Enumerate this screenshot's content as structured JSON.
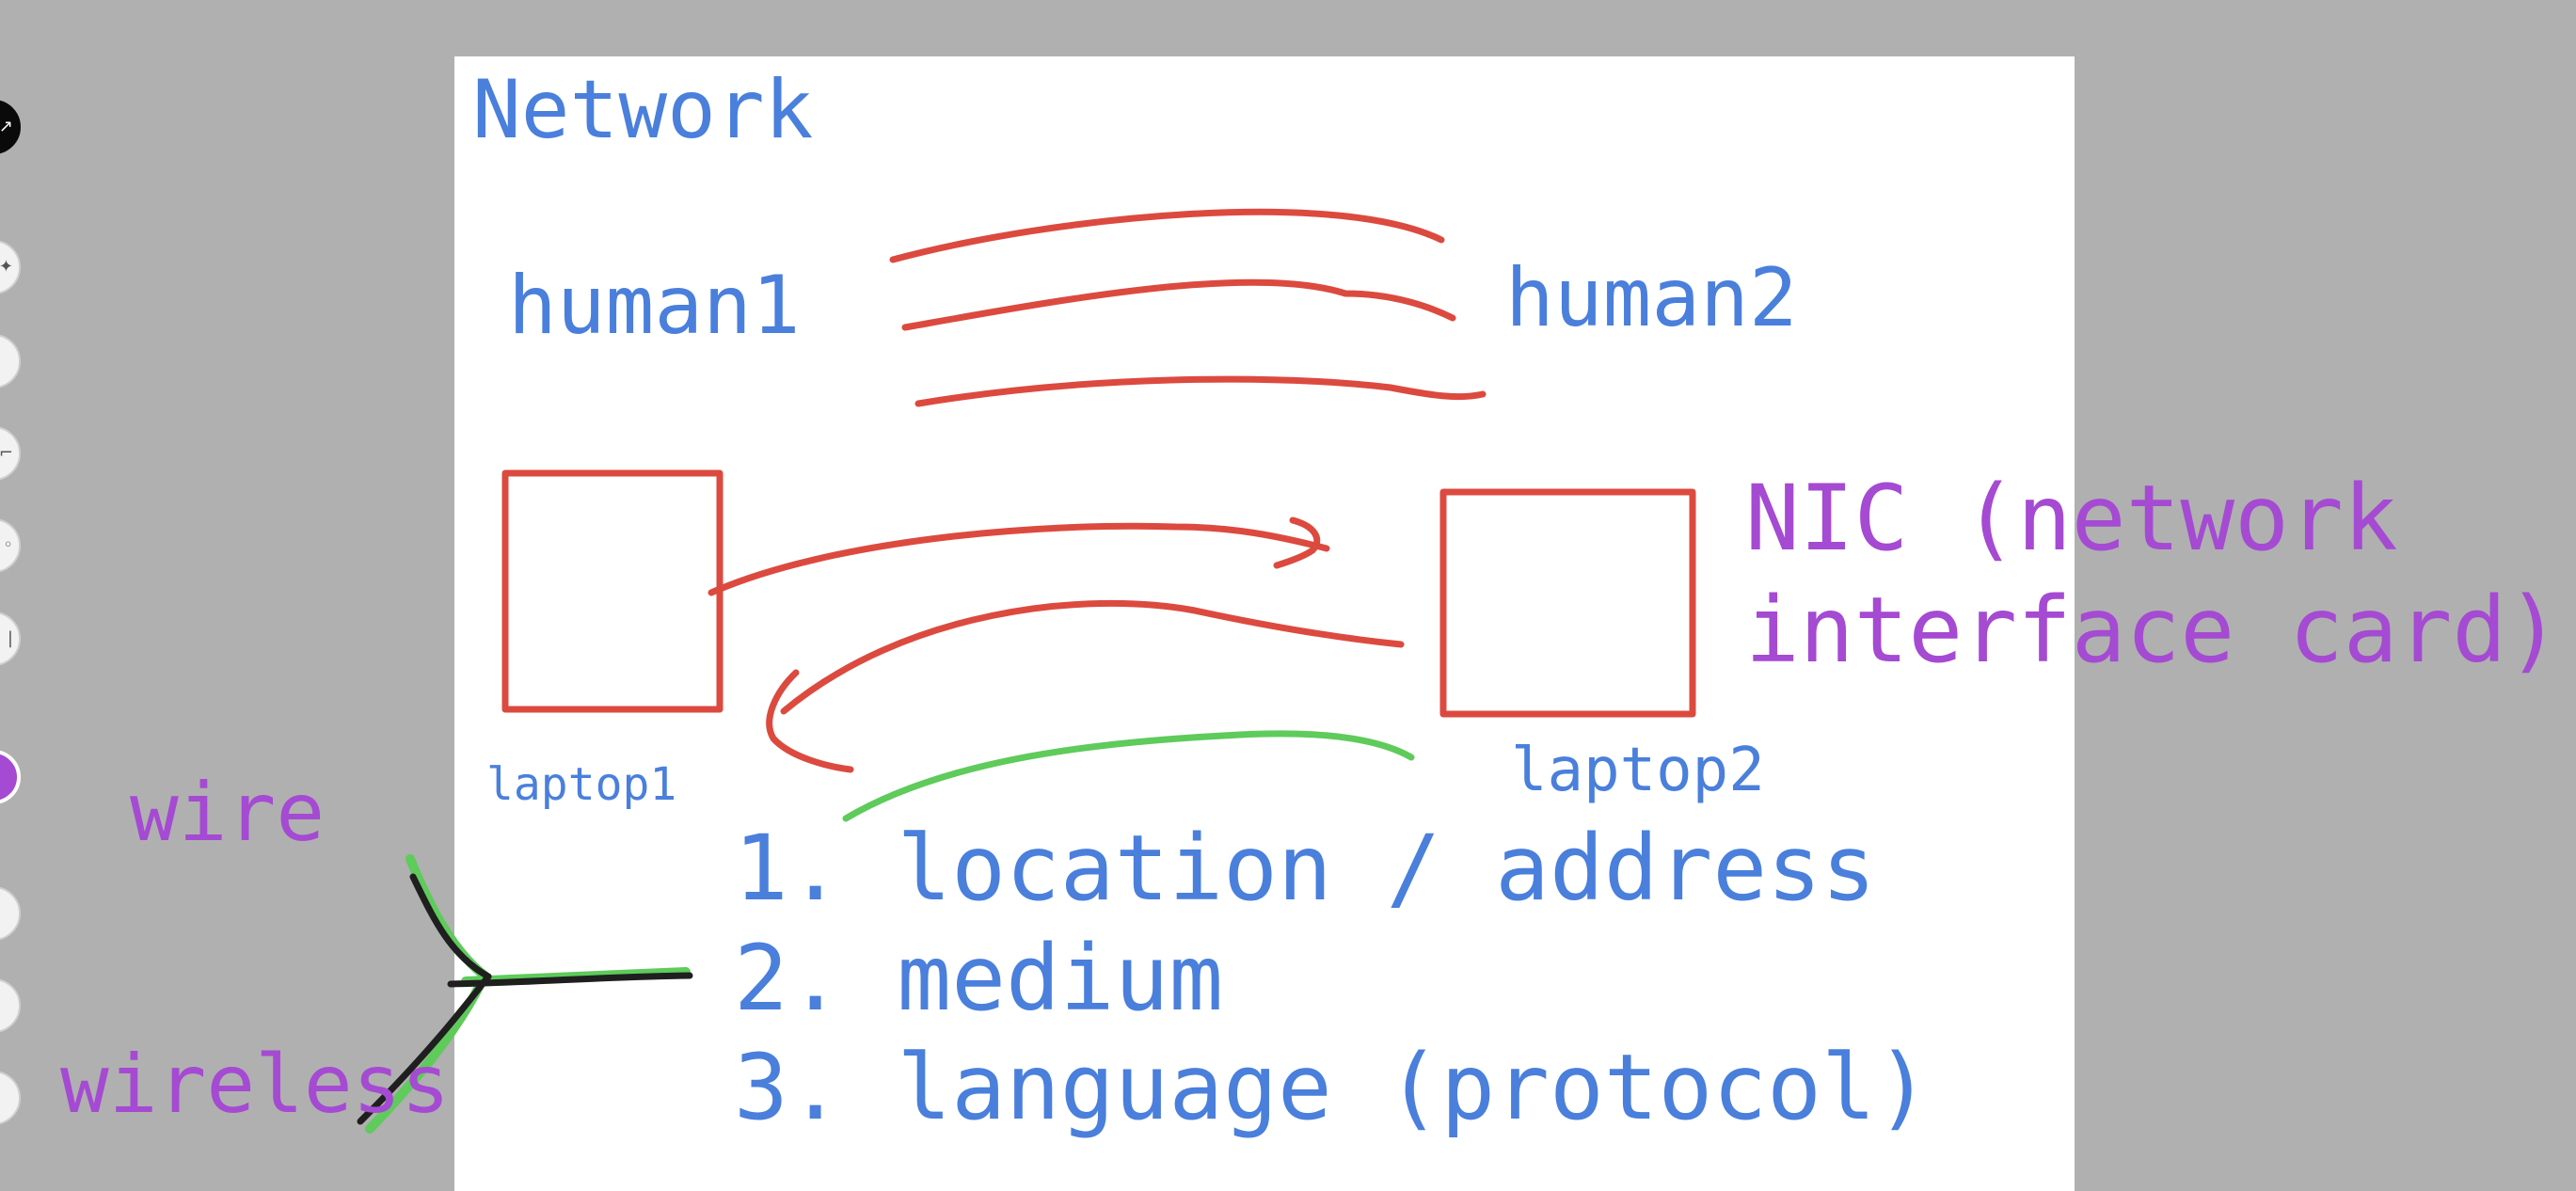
{
  "canvas": {
    "colors": {
      "background": "#b0b0b0",
      "page": "#ffffff",
      "blue_text": "#4a7fdc",
      "purple_text": "#a54ad2",
      "red_ink": "#dc4a3f",
      "green_ink": "#5ecb5a",
      "black_ink": "#1f1f1f"
    },
    "title": "Network",
    "human1": "human1",
    "human2": "human2",
    "laptop1": "laptop1",
    "laptop2": "laptop2",
    "nic_line1": "NIC (network",
    "nic_line2": "interface card)",
    "wire": "wire",
    "wireless": "wireless",
    "list": {
      "item1": "1. location / address",
      "item2": "2. medium",
      "item3": "3. language (protocol)"
    }
  },
  "toolbar": {
    "tools": [
      {
        "name": "lasso-tool",
        "icon": "lasso-icon",
        "style": "dark"
      },
      {
        "name": "pen-tool",
        "icon": "pen-icon",
        "style": "light"
      },
      {
        "name": "highlighter-tool",
        "icon": "highlighter-icon",
        "style": "light"
      },
      {
        "name": "eraser-tool",
        "icon": "eraser-icon",
        "style": "light"
      },
      {
        "name": "shape-tool",
        "icon": "shape-icon",
        "style": "light"
      },
      {
        "name": "text-tool",
        "icon": "text-icon",
        "style": "light"
      },
      {
        "name": "color-purple",
        "icon": "color-swatch-icon",
        "style": "purple"
      },
      {
        "name": "undo-tool",
        "icon": "undo-icon",
        "style": "light"
      },
      {
        "name": "redo-tool",
        "icon": "redo-icon",
        "style": "light"
      },
      {
        "name": "more-tool",
        "icon": "more-icon",
        "style": "light"
      }
    ]
  }
}
